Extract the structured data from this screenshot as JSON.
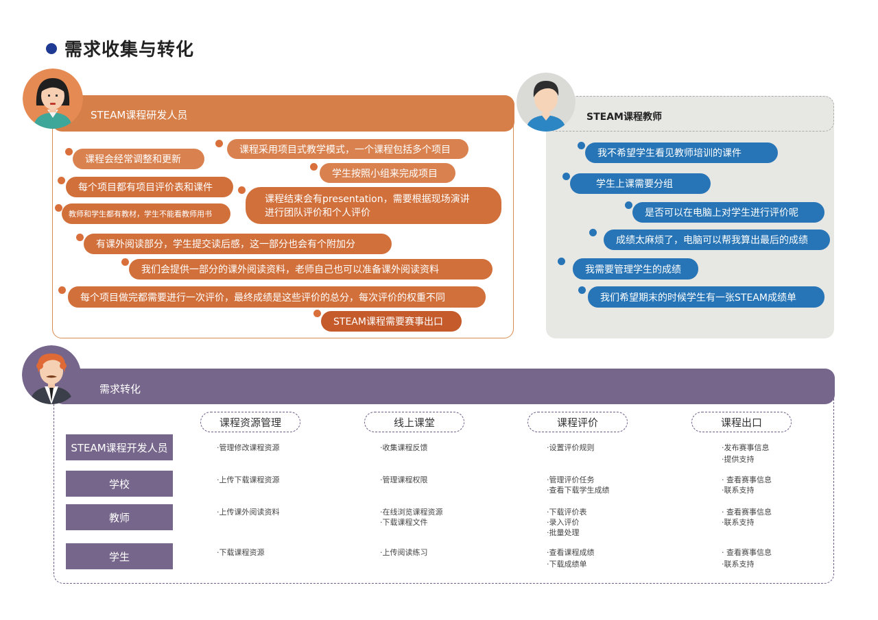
{
  "title": "需求收集与转化",
  "developer": {
    "label": "STEAM课程研发人员",
    "bubbles": [
      "课程会经常调整和更新",
      "课程采用项目式教学模式，一个课程包括多个项目",
      "学生按照小组来完成项目",
      "每个项目都有项目评价表和课件",
      "课程结束会有presentation，需要根据现场演讲",
      "进行团队评价和个人评价",
      "教师和学生都有教材，学生不能看教师用书",
      "有课外阅读部分，学生提交读后感，这一部分也会有个附加分",
      "我们会提供一部分的课外阅读资料，老师自己也可以准备课外阅读资料",
      "每个项目做完都需要进行一次评价，最终成绩是这些评价的总分，每次评价的权重不同",
      "STEAM课程需要赛事出口"
    ]
  },
  "teacher": {
    "label": "STEAM课程教师",
    "bubbles": [
      "我不希望学生看见教师培训的课件",
      "学生上课需要分组",
      "是否可以在电脑上对学生进行评价呢",
      "成绩太麻烦了，电脑可以帮我算出最后的成绩",
      "我需要管理学生的成绩",
      "我们希望期末的时候学生有一张STEAM成绩单"
    ]
  },
  "conversion": {
    "label": "需求转化",
    "columns": [
      "课程资源管理",
      "线上课堂",
      "课程评价",
      "课程出口"
    ],
    "rows": [
      {
        "role": "STEAM课程开发人员",
        "cells": [
          [
            "·管理修改课程资源"
          ],
          [
            "·收集课程反馈"
          ],
          [
            "·设置评价规则"
          ],
          [
            "·发布赛事信息",
            "·提供支持"
          ]
        ]
      },
      {
        "role": "学校",
        "cells": [
          [
            "·上传下载课程资源"
          ],
          [
            "·管理课程权限"
          ],
          [
            "·管理评价任务",
            "·查看下载学生成绩"
          ],
          [
            "· 查看赛事信息",
            "·联系支持"
          ]
        ]
      },
      {
        "role": "教师",
        "cells": [
          [
            "·上传课外阅读资料"
          ],
          [
            "·在线浏览课程资源",
            "·下载课程文件"
          ],
          [
            "·下载评价表",
            "·录入评价",
            "·批量处理"
          ],
          [
            "· 查看赛事信息",
            "·联系支持"
          ]
        ]
      },
      {
        "role": "学生",
        "cells": [
          [
            "·下载课程资源"
          ],
          [
            "·上传阅读练习"
          ],
          [
            "·查看课程成绩",
            "·下载成绩单"
          ],
          [
            "· 查看赛事信息",
            "·联系支持"
          ]
        ]
      }
    ]
  },
  "colors": {
    "title_dot": "#1f3a93",
    "developer_orange": "#d67f49",
    "teacher_blue": "#2775b6",
    "teacher_bg": "#e7e7e3",
    "conversion_purple": "#76668b"
  }
}
